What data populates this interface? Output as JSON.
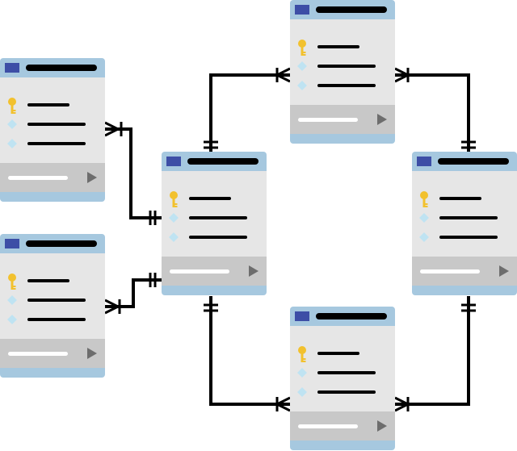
{
  "title": "",
  "colors": {
    "header": "#a6c8df",
    "body": "#e6e6e6",
    "footer": "#c8c8c8",
    "title_square": "#3d4ea6",
    "line": "#000000",
    "key": "#f2c12e",
    "diamond": "#bfe3f2",
    "footer_bar": "#ffffff",
    "play": "#6d6d6d"
  },
  "icons": {
    "primary_key": "key-icon",
    "field": "diamond-icon",
    "next": "play-icon",
    "table": "table-square-icon"
  },
  "tables": [
    {
      "id": "table-left-top",
      "fields": 3,
      "primary_key_rows": 1
    },
    {
      "id": "table-left-bottom",
      "fields": 3,
      "primary_key_rows": 1
    },
    {
      "id": "table-center",
      "fields": 3,
      "primary_key_rows": 1
    },
    {
      "id": "table-top",
      "fields": 3,
      "primary_key_rows": 1
    },
    {
      "id": "table-right",
      "fields": 3,
      "primary_key_rows": 1
    },
    {
      "id": "table-bottom",
      "fields": 3,
      "primary_key_rows": 1
    }
  ],
  "relations": [
    {
      "from": "table-left-top",
      "to": "table-center",
      "from_cardinality": "one-to-many",
      "to_cardinality": "exactly-one"
    },
    {
      "from": "table-left-bottom",
      "to": "table-center",
      "from_cardinality": "one-to-many",
      "to_cardinality": "exactly-one"
    },
    {
      "from": "table-center",
      "to": "table-top",
      "from_cardinality": "exactly-one",
      "to_cardinality": "one-to-many"
    },
    {
      "from": "table-top",
      "to": "table-right",
      "from_cardinality": "one-to-many",
      "to_cardinality": "exactly-one"
    },
    {
      "from": "table-center",
      "to": "table-bottom",
      "from_cardinality": "exactly-one",
      "to_cardinality": "one-to-many"
    },
    {
      "from": "table-right",
      "to": "table-bottom",
      "from_cardinality": "exactly-one",
      "to_cardinality": "one-to-many"
    }
  ]
}
